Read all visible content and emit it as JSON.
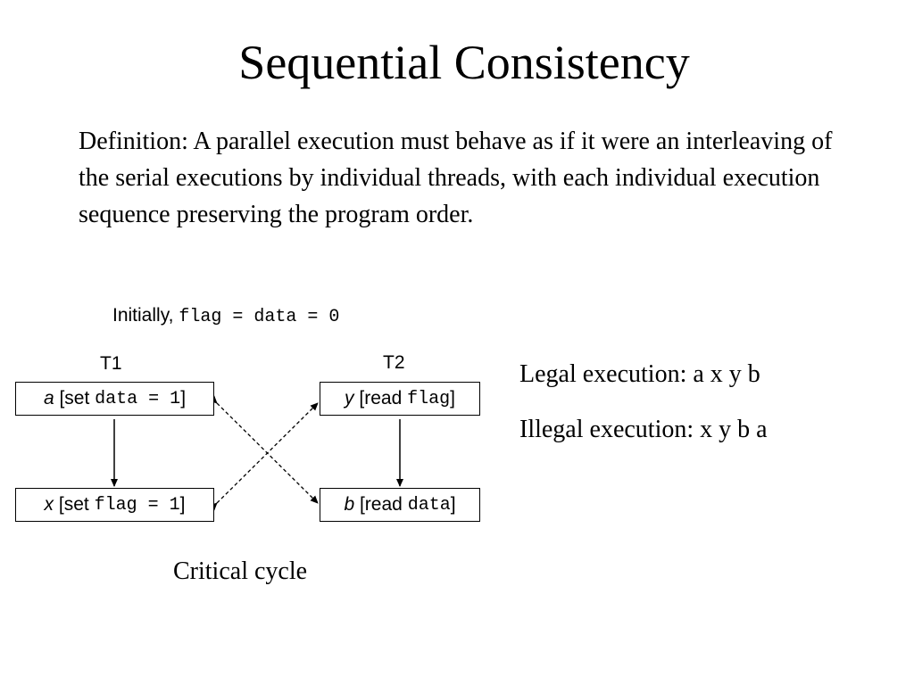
{
  "title": "Sequential Consistency",
  "definition": "Definition:  A parallel execution must behave as if it were an interleaving of the serial executions by individual threads, with each individual execution sequence preserving the program order.",
  "initially": {
    "label": "Initially,",
    "code": "flag = data = 0"
  },
  "threads": {
    "t1": {
      "label": "T1",
      "ops": [
        {
          "var": "a",
          "open": " [set ",
          "code": "data = 1",
          "close": "]"
        },
        {
          "var": "x",
          "open": " [set ",
          "code": "flag = 1",
          "close": "]"
        }
      ]
    },
    "t2": {
      "label": "T2",
      "ops": [
        {
          "var": "y",
          "open": " [read ",
          "code": "flag",
          "close": "]"
        },
        {
          "var": "b",
          "open": " [read ",
          "code": "data",
          "close": "]"
        }
      ]
    }
  },
  "executions": {
    "legal": "Legal execution: a x y b",
    "illegal": "Illegal execution: x y b a"
  },
  "caption": "Critical cycle"
}
